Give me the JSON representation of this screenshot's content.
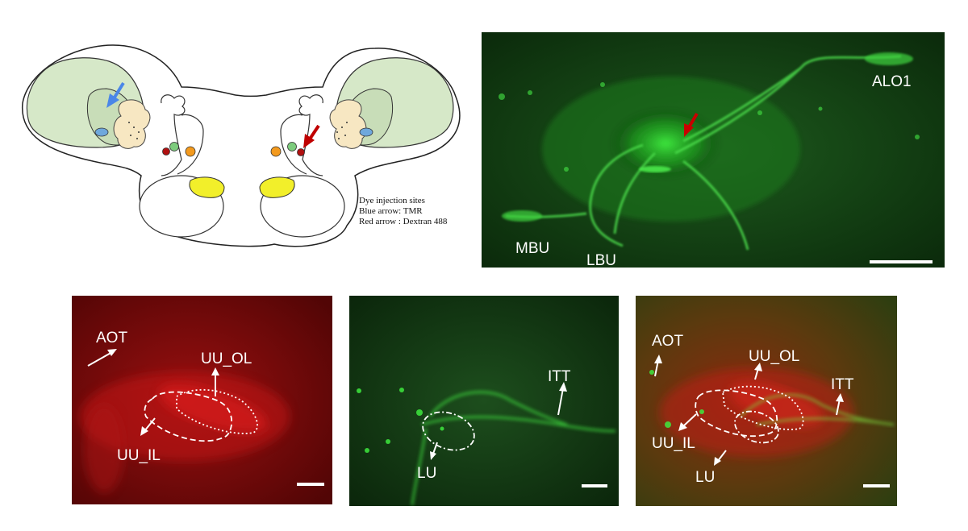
{
  "colors": {
    "lobe_green": "#d6e8c8",
    "calyx_cream": "#f7e7c2",
    "injection_blue_arrow": "#4a86e8",
    "injection_red_arrow": "#c00000",
    "bulb_yellow": "#f2ef2a",
    "dot_orange": "#f39a1e",
    "dot_green": "#7dcc7d",
    "dot_red": "#b01010",
    "fluor_green": "#2fd42f",
    "fluor_red": "#c41414"
  },
  "diagram": {
    "legend": {
      "title": "Dye injection sites",
      "blue": "Blue arrow: TMR",
      "red": "Red arrow : Dextran  488"
    }
  },
  "top_image": {
    "labels": {
      "alo1": "ALO1",
      "mbu": "MBU",
      "lbu": "LBU"
    }
  },
  "red_panel": {
    "labels": {
      "aot": "AOT",
      "uu_ol": "UU_OL",
      "uu_il": "UU_IL"
    }
  },
  "green_panel": {
    "labels": {
      "itt": "ITT",
      "lu": "LU"
    }
  },
  "merge_panel": {
    "labels": {
      "aot": "AOT",
      "uu_ol": "UU_OL",
      "itt": "ITT",
      "uu_il": "UU_IL",
      "lu": "LU"
    }
  }
}
